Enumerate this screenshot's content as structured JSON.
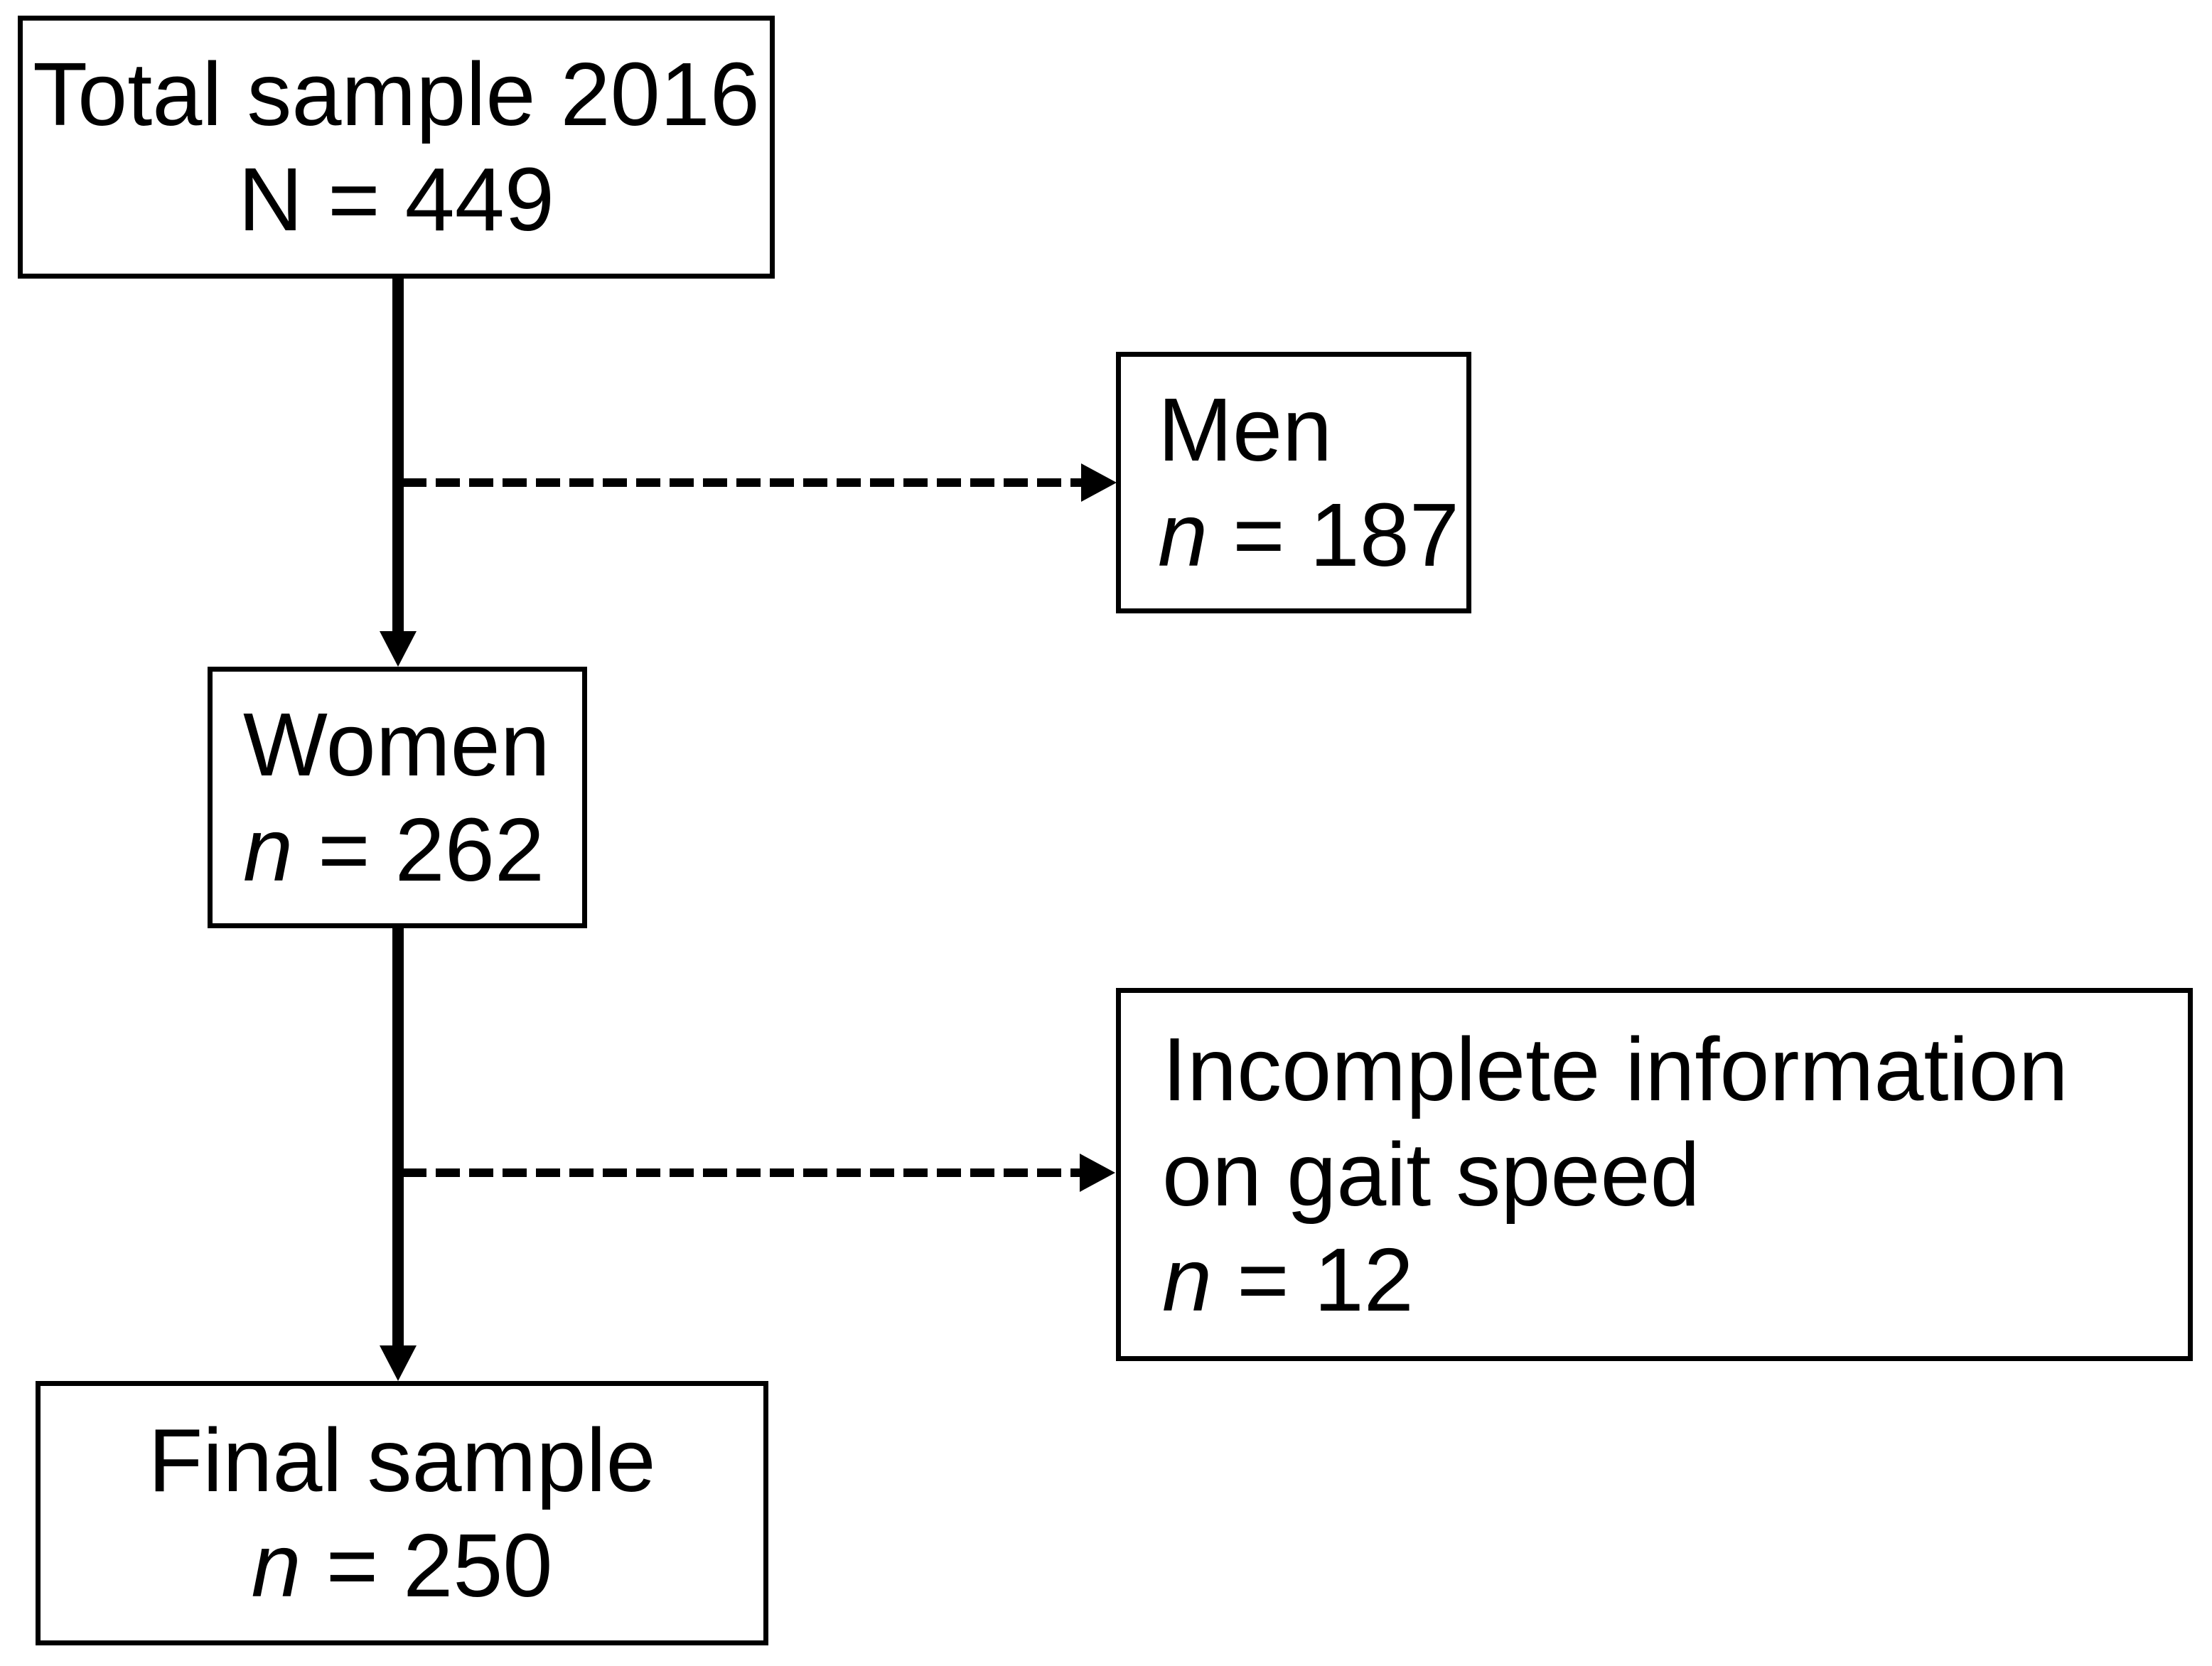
{
  "diagram": {
    "background_color": "#ffffff",
    "line_color": "#000000",
    "boxes": [
      {
        "id": "total-sample",
        "align": "center",
        "lines": [
          [
            {
              "text": "Total sample 2016",
              "italic": false
            }
          ],
          [
            {
              "text": "N = 449",
              "italic": false
            }
          ]
        ]
      },
      {
        "id": "men",
        "align": "left",
        "lines": [
          [
            {
              "text": "Men",
              "italic": false
            }
          ],
          [
            {
              "text": "n",
              "italic": true
            },
            {
              "text": " = 187",
              "italic": false
            }
          ]
        ]
      },
      {
        "id": "women",
        "align": "left",
        "lines": [
          [
            {
              "text": "Women",
              "italic": false
            }
          ],
          [
            {
              "text": "n",
              "italic": true
            },
            {
              "text": " = 262",
              "italic": false
            }
          ]
        ]
      },
      {
        "id": "incomplete-info",
        "align": "left",
        "lines": [
          [
            {
              "text": "Incomplete information",
              "italic": false
            }
          ],
          [
            {
              "text": "on gait speed",
              "italic": false
            }
          ],
          [
            {
              "text": "n",
              "italic": true
            },
            {
              "text": " = 12",
              "italic": false
            }
          ]
        ]
      },
      {
        "id": "final-sample",
        "align": "center",
        "lines": [
          [
            {
              "text": "Final sample",
              "italic": false
            }
          ],
          [
            {
              "text": "n",
              "italic": true
            },
            {
              "text": " = 250",
              "italic": false
            }
          ]
        ]
      }
    ],
    "connectors": [
      {
        "from": "total-sample",
        "to": "women",
        "style": "solid-arrow"
      },
      {
        "from": "total-sample",
        "to": "men",
        "style": "dashed-arrow"
      },
      {
        "from": "women",
        "to": "final-sample",
        "style": "solid-arrow"
      },
      {
        "from": "women",
        "to": "incomplete-info",
        "style": "dashed-arrow"
      }
    ]
  }
}
